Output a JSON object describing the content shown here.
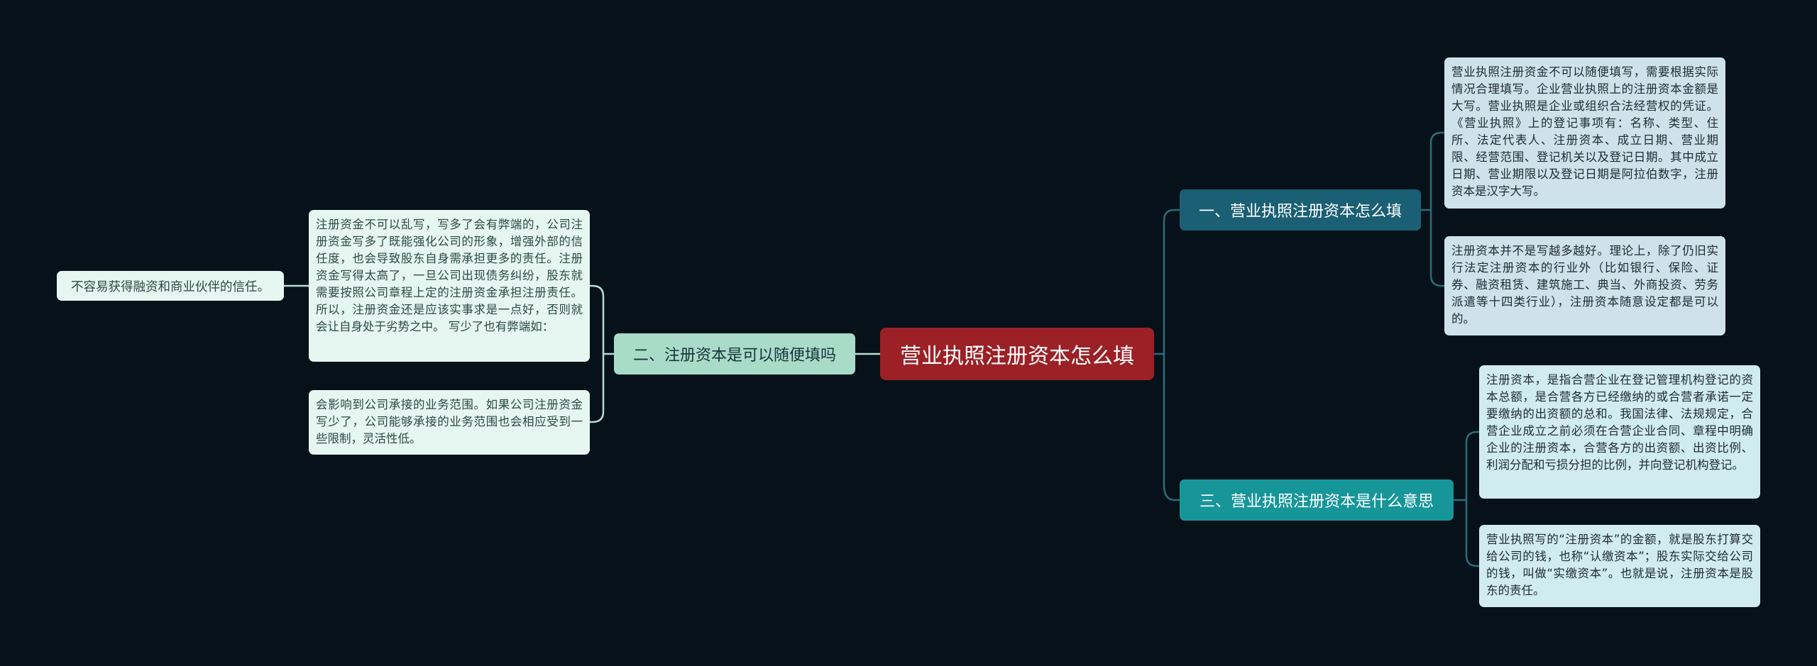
{
  "mindmap": {
    "root": {
      "label": "营业执照注册资本怎么填"
    },
    "branches": [
      {
        "label": "一、营业执照注册资本怎么填",
        "color": "#1a5f74",
        "children": [
          "营业执照注册资金不可以随便填写，需要根据实际情况合理填写。企业营业执照上的注册资本金额是大写。营业执照是企业或组织合法经营权的凭证。《营业执照》上的登记事项有：名称、类型、住所、法定代表人、注册资本、成立日期、营业期限、经营范围、登记机关以及登记日期。其中成立日期、营业期限以及登记日期是阿拉伯数字，注册资本是汉字大写。",
          "注册资本并不是写越多越好。理论上，除了仍旧实行法定注册资本的行业外（比如银行、保险、证券、融资租赁、建筑施工、典当、外商投资、劳务派遣等十四类行业），注册资本随意设定都是可以的。"
        ]
      },
      {
        "label": "二、注册资本是可以随便填吗",
        "color": "#a9dbc9",
        "children": [
          "注册资金不可以乱写，写多了会有弊端的，公司注册资金写多了既能强化公司的形象，增强外部的信任度，也会导致股东自身需承担更多的责任。注册资金写得太高了，一旦公司出现债务纠纷，股东就需要按照公司章程上定的注册资金承担注册责任。所以，注册资金还是应该实事求是一点好，否则就会让自身处于劣势之中。 写少了也有弊端如：",
          "会影响到公司承接的业务范围。如果公司注册资金写少了，公司能够承接的业务范围也会相应受到一些限制，灵活性低。"
        ],
        "leaf": "不容易获得融资和商业伙伴的信任。"
      },
      {
        "label": "三、营业执照注册资本是什么意思",
        "color": "#17969a",
        "children": [
          "注册资本，是指合营企业在登记管理机构登记的资本总额，是合营各方已经缴纳的或合营者承诺一定要缴纳的出资额的总和。我国法律、法规规定，合营企业成立之前必须在合营企业合同、章程中明确企业的注册资本，合营各方的出资额、出资比例、利润分配和亏损分担的比例，并向登记机构登记。",
          "营业执照写的“注册资本”的金额，就是股东打算交给公司的钱，也称“认缴资本”；股东实际交给公司的钱，叫做“实缴资本”。也就是说，注册资本是股东的责任。"
        ]
      }
    ],
    "line_colors": {
      "right": "#2b6d78",
      "left": "#b7ddd0"
    }
  }
}
